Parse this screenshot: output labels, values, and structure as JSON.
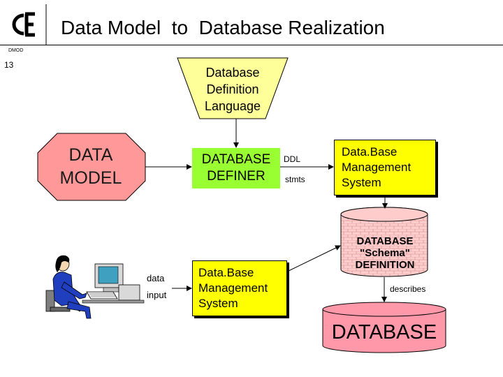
{
  "header": {
    "title": "Data Model  to  Database Realization",
    "doc_code": "DMOD",
    "page_number": "13"
  },
  "nodes": {
    "ddl_language": {
      "lines": [
        "Database",
        "Definition",
        "Language"
      ]
    },
    "data_model": {
      "lines": [
        "DATA",
        "MODEL"
      ]
    },
    "database_definer": {
      "lines": [
        "DATABASE",
        "DEFINER"
      ]
    },
    "dbms_top": {
      "lines": [
        "Data.Base",
        "Management",
        "System"
      ]
    },
    "dbms_bottom": {
      "lines": [
        "Data.Base",
        "Management",
        "System"
      ]
    },
    "schema_definition": {
      "lines": [
        "DATABASE",
        "\"Schema\"",
        "DEFINITION"
      ]
    },
    "database": {
      "label": "DATABASE"
    }
  },
  "edge_labels": {
    "ddl": "DDL",
    "stmts": "stmts",
    "describes": "describes",
    "data": "data",
    "input": "input"
  },
  "colors": {
    "ddl_language_fill": "#ffff99",
    "data_model_fill": "#ff9999",
    "definer_fill": "#99ff33",
    "dbms_fill": "#ffff00",
    "schema_fill": "#ffcccc",
    "database_fill": "#ff99aa"
  }
}
